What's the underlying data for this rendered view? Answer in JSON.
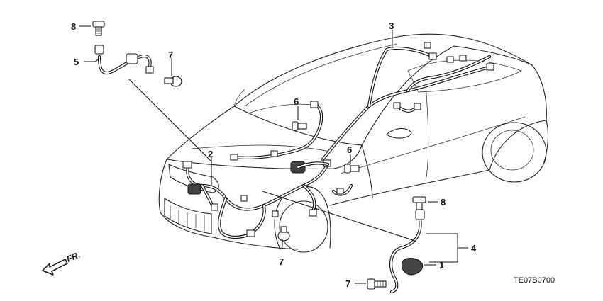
{
  "callouts": {
    "c1": "1",
    "c2": "2",
    "c3": "3",
    "c4": "4",
    "c5": "5",
    "c6a": "6",
    "c6b": "6",
    "c7a": "7",
    "c7b": "7",
    "c7c": "7",
    "c8a": "8",
    "c8b": "8"
  },
  "direction_label": "FR.",
  "drawing_code": "TE07B0700"
}
